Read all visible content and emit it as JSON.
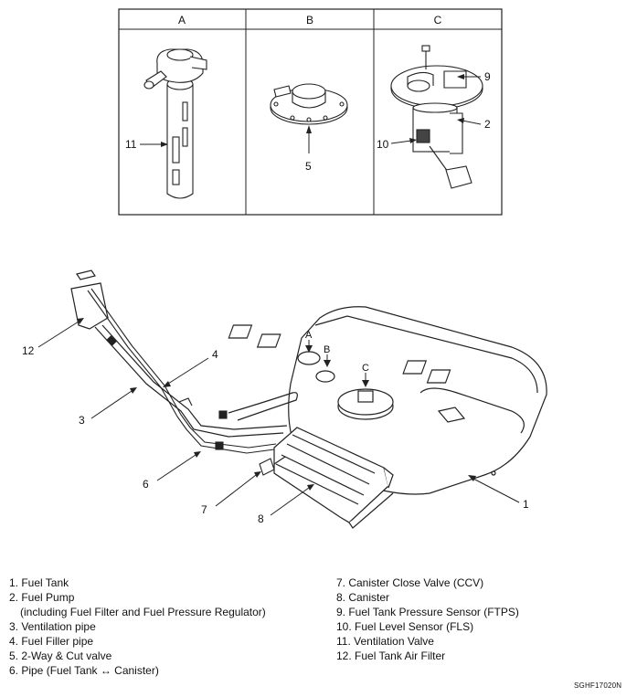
{
  "panels": [
    {
      "header": "A",
      "callouts": [
        "11"
      ]
    },
    {
      "header": "B",
      "callouts": [
        "5"
      ]
    },
    {
      "header": "C",
      "callouts": [
        "9",
        "2",
        "10"
      ]
    }
  ],
  "main_callouts": {
    "n12": "12",
    "n4": "4",
    "n3": "3",
    "n6": "6",
    "n7": "7",
    "n8": "8",
    "n1": "1",
    "tag_a": "A",
    "tag_b": "B",
    "tag_c": "C"
  },
  "legend_left": [
    {
      "text": "1. Fuel Tank"
    },
    {
      "text": "2. Fuel Pump"
    },
    {
      "text": "(including Fuel Filter and Fuel Pressure Regulator)",
      "indent": true
    },
    {
      "text": "3. Ventilation pipe"
    },
    {
      "text": "4. Fuel Filler pipe"
    },
    {
      "text": "5. 2-Way & Cut valve"
    },
    {
      "text": "6. Pipe (Fuel Tank ↔ Canister)"
    }
  ],
  "legend_right": [
    {
      "text": "7. Canister Close Valve (CCV)"
    },
    {
      "text": "8. Canister"
    },
    {
      "text": "9. Fuel Tank Pressure Sensor (FTPS)"
    },
    {
      "text": "10. Fuel Level Sensor (FLS)"
    },
    {
      "text": "11. Ventilation Valve"
    },
    {
      "text": "12. Fuel Tank Air Filter"
    }
  ],
  "figure_code": "SGHF17020N"
}
